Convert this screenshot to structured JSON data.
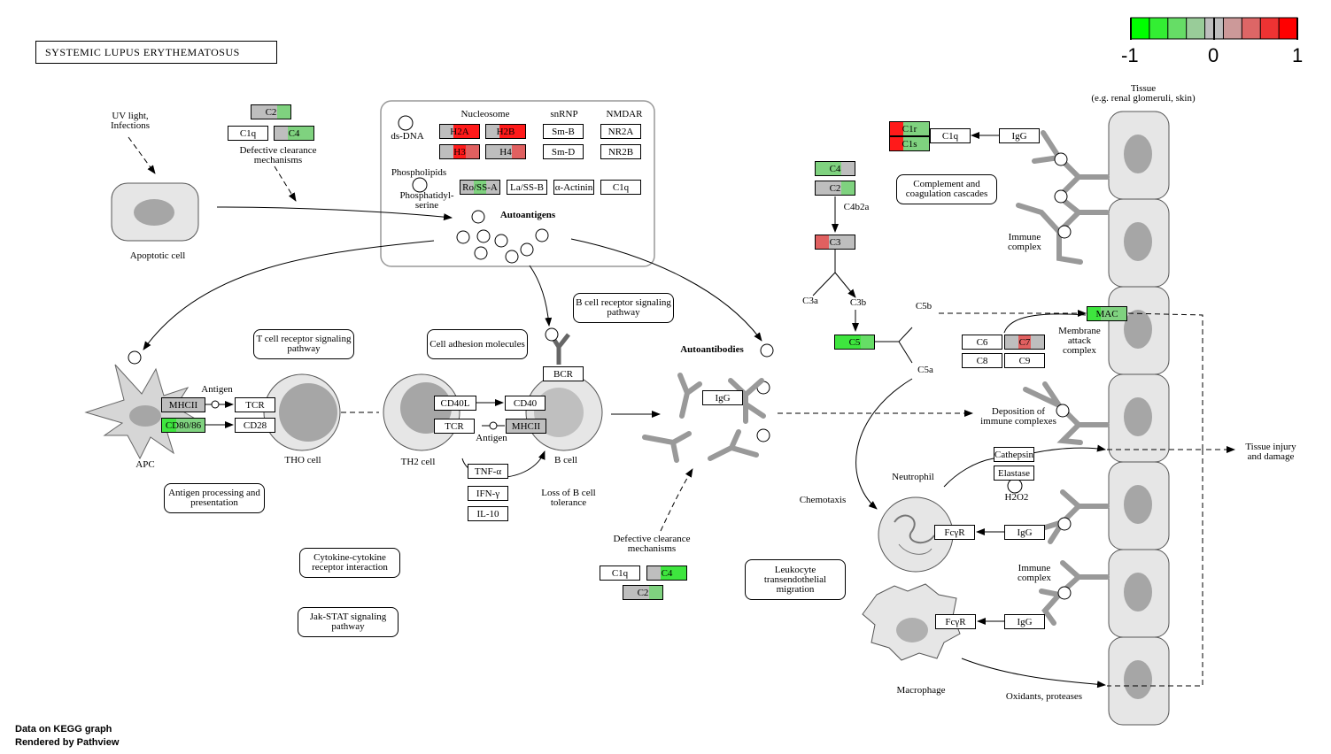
{
  "title": "SYSTEMIC LUPUS ERYTHEMATOSUS",
  "credits": {
    "line1": "Data on KEGG graph",
    "line2": "Rendered by Pathview"
  },
  "legend": {
    "min_label": "-1",
    "mid_label": "0",
    "max_label": "1",
    "colors": [
      "#00ff00",
      "#33ee33",
      "#66dd66",
      "#99cc99",
      "#bebebe",
      "#cc9999",
      "#dd6666",
      "#ee3333",
      "#ff0000"
    ]
  },
  "colors": {
    "gene_grey": "#bebebe",
    "green": "#3ee53e",
    "light_green": "#7fd27f",
    "red": "#ff1a1a",
    "light_red": "#e06060"
  },
  "labels": {
    "uv": "UV light,\nInfections",
    "defective_clearance_top": "Defective clearance\nmechanisms",
    "apoptotic_cell": "Apoptotic cell",
    "nucleosome": "Nucleosome",
    "snrnp": "snRNP",
    "nmdar": "NMDAR",
    "ds_dna": "ds-DNA",
    "phospholipids": "Phospholipids",
    "phosphatidylserine": "Phosphatidyl-\nserine",
    "autoantigens": "Autoantigens",
    "antigen_apc": "Antigen",
    "apc": "APC",
    "tho_cell": "THO cell",
    "th2_cell": "TH2 cell",
    "antigen_b": "Antigen",
    "b_cell": "B cell",
    "loss_b_tolerance": "Loss of B cell\ntolerance",
    "autoantibodies": "Autoantibodies",
    "defective_clearance_bottom": "Defective clearance\nmechanisms",
    "c4b2a": "C4b2a",
    "c3a": "C3a",
    "c3b": "C3b",
    "c5b": "C5b",
    "c5a": "C5a",
    "tissue": "Tissue\n(e.g. renal glomeruli, skin)",
    "immune_complex_top": "Immune\ncomplex",
    "membrane_attack_complex": "Membrane\nattack\ncomplex",
    "deposition": "Deposition of\nimmune complexes",
    "tissue_injury": "Tissue injury\nand damage",
    "neutrophil": "Neutrophil",
    "chemotaxis": "Chemotaxis",
    "h2o2": "H2O2",
    "immune_complex_bottom": "Immune\ncomplex",
    "macrophage": "Macrophage",
    "oxidants": "Oxidants, proteases"
  },
  "pathways": {
    "tcr": "T cell receptor\nsignaling pathway",
    "cell_adhesion": "Cell adhesion\nmolecules",
    "bcr": "B cell receptor\nsignaling pathway",
    "antigen_processing": "Antigen processing\nand presentation",
    "cytokine": "Cytokine-cytokine\nreceptor interaction",
    "jak_stat": "Jak-STAT signaling\npathway",
    "complement": "Complement and\ncoagulation cascades",
    "leukocyte": "Leukocyte\ntransendothelial\nmigration"
  },
  "genes": [
    {
      "id": "C2-top",
      "label": "C2",
      "fill": [
        "#bebebe",
        "#bebebe",
        "#7fd27f"
      ]
    },
    {
      "id": "C1q-top",
      "label": "C1q",
      "fill": [
        "#ffffff"
      ]
    },
    {
      "id": "C4-top",
      "label": "C4",
      "fill": [
        "#bebebe",
        "#7fd27f",
        "#7fd27f"
      ]
    },
    {
      "id": "H2A",
      "label": "H2A",
      "fill": [
        "#bebebe",
        "#ff1a1a",
        "#ff1a1a"
      ]
    },
    {
      "id": "H2B",
      "label": "H2B",
      "fill": [
        "#bebebe",
        "#ff1a1a",
        "#ff1a1a"
      ]
    },
    {
      "id": "H3",
      "label": "H3",
      "fill": [
        "#bebebe",
        "#ff1a1a",
        "#e06060"
      ]
    },
    {
      "id": "H4",
      "label": "H4",
      "fill": [
        "#bebebe",
        "#bebebe",
        "#e06060"
      ]
    },
    {
      "id": "Sm-B",
      "label": "Sm-B",
      "fill": [
        "#ffffff"
      ]
    },
    {
      "id": "Sm-D",
      "label": "Sm-D",
      "fill": [
        "#ffffff"
      ]
    },
    {
      "id": "NR2A",
      "label": "NR2A",
      "fill": [
        "#ffffff"
      ]
    },
    {
      "id": "NR2B",
      "label": "NR2B",
      "fill": [
        "#ffffff"
      ]
    },
    {
      "id": "RoSS-A",
      "label": "Ro/SS-A",
      "fill": [
        "#bebebe",
        "#7fd27f",
        "#bebebe"
      ]
    },
    {
      "id": "LaSS-B",
      "label": "La/SS-B",
      "fill": [
        "#ffffff"
      ]
    },
    {
      "id": "a-Actinin",
      "label": "α-Actinin",
      "fill": [
        "#ffffff"
      ]
    },
    {
      "id": "C1q-nuc",
      "label": "C1q",
      "fill": [
        "#ffffff"
      ]
    },
    {
      "id": "MHCII-apc",
      "label": "MHCII",
      "fill": [
        "#bebebe"
      ]
    },
    {
      "id": "CD80-86",
      "label": "CD80/86",
      "fill": [
        "#3ee53e",
        "#7fd27f",
        "#7fd27f"
      ]
    },
    {
      "id": "TCR-apc",
      "label": "TCR",
      "fill": [
        "#ffffff"
      ]
    },
    {
      "id": "CD28",
      "label": "CD28",
      "fill": [
        "#ffffff"
      ]
    },
    {
      "id": "CD40L",
      "label": "CD40L",
      "fill": [
        "#ffffff"
      ]
    },
    {
      "id": "CD40",
      "label": "CD40",
      "fill": [
        "#ffffff"
      ]
    },
    {
      "id": "TCR-th2",
      "label": "TCR",
      "fill": [
        "#ffffff"
      ]
    },
    {
      "id": "MHCII-b",
      "label": "MHCII",
      "fill": [
        "#bebebe"
      ]
    },
    {
      "id": "BCR",
      "label": "BCR",
      "fill": [
        "#ffffff"
      ]
    },
    {
      "id": "TNF-a",
      "label": "TNF-α",
      "fill": [
        "#ffffff"
      ]
    },
    {
      "id": "IFN-g",
      "label": "IFN-γ",
      "fill": [
        "#ffffff"
      ]
    },
    {
      "id": "IL-10",
      "label": "IL-10",
      "fill": [
        "#ffffff"
      ]
    },
    {
      "id": "IgG-mid",
      "label": "IgG",
      "fill": [
        "#ffffff"
      ]
    },
    {
      "id": "C1q-bot",
      "label": "C1q",
      "fill": [
        "#ffffff"
      ]
    },
    {
      "id": "C4-bot",
      "label": "C4",
      "fill": [
        "#bebebe",
        "#3ee53e",
        "#3ee53e"
      ]
    },
    {
      "id": "C2-bot",
      "label": "C2",
      "fill": [
        "#bebebe",
        "#bebebe",
        "#7fd27f"
      ]
    },
    {
      "id": "C1r",
      "label": "C1r",
      "fill": [
        "#ff1a1a",
        "#7fd27f",
        "#7fd27f"
      ]
    },
    {
      "id": "C1s",
      "label": "C1s",
      "fill": [
        "#ff1a1a",
        "#7fd27f",
        "#7fd27f"
      ]
    },
    {
      "id": "C1q-comp",
      "label": "C1q",
      "fill": [
        "#ffffff"
      ]
    },
    {
      "id": "IgG-comp",
      "label": "IgG",
      "fill": [
        "#ffffff"
      ]
    },
    {
      "id": "C4-comp",
      "label": "C4",
      "fill": [
        "#7fd27f",
        "#7fd27f",
        "#bebebe"
      ]
    },
    {
      "id": "C2-comp",
      "label": "C2",
      "fill": [
        "#bebebe",
        "#bebebe",
        "#7fd27f"
      ]
    },
    {
      "id": "C3",
      "label": "C3",
      "fill": [
        "#e06060",
        "#bebebe",
        "#bebebe"
      ]
    },
    {
      "id": "C5",
      "label": "C5",
      "fill": [
        "#3ee53e",
        "#3ee53e",
        "#66dd66"
      ]
    },
    {
      "id": "MAC",
      "label": "MAC",
      "fill": [
        "#3ee53e",
        "#7fd27f",
        "#7fd27f"
      ]
    },
    {
      "id": "C6",
      "label": "C6",
      "fill": [
        "#ffffff"
      ]
    },
    {
      "id": "C7",
      "label": "C7",
      "fill": [
        "#bebebe",
        "#e06060",
        "#bebebe"
      ]
    },
    {
      "id": "C8",
      "label": "C8",
      "fill": [
        "#ffffff"
      ]
    },
    {
      "id": "C9",
      "label": "C9",
      "fill": [
        "#ffffff"
      ]
    },
    {
      "id": "Cathepsin",
      "label": "Cathepsin",
      "fill": [
        "#ffffff"
      ]
    },
    {
      "id": "Elastase",
      "label": "Elastase",
      "fill": [
        "#ffffff"
      ]
    },
    {
      "id": "FcyR-neu",
      "label": "FcγR",
      "fill": [
        "#ffffff"
      ]
    },
    {
      "id": "IgG-neu",
      "label": "IgG",
      "fill": [
        "#ffffff"
      ]
    },
    {
      "id": "FcyR-mac",
      "label": "FcγR",
      "fill": [
        "#ffffff"
      ]
    },
    {
      "id": "IgG-mac",
      "label": "IgG",
      "fill": [
        "#ffffff"
      ]
    }
  ]
}
